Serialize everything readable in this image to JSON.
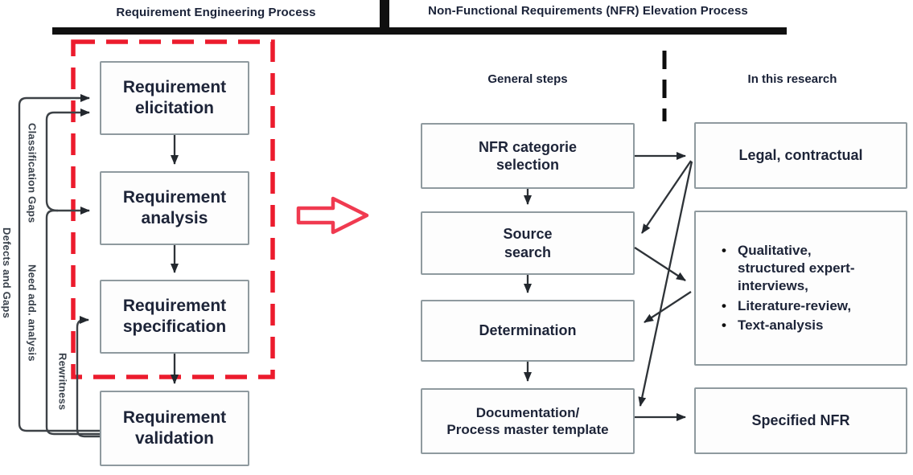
{
  "panel_titles": {
    "left": "Requirement Engineering Process",
    "right": "Non-Functional Requirements (NFR) Elevation Process"
  },
  "column_headers": {
    "general": "General steps",
    "research": "In this research"
  },
  "re_process_boxes": [
    "Requirement\nelicitation",
    "Requirement\nanalysis",
    "Requirement\nspecification",
    "Requirement\nvalidation"
  ],
  "feedback_labels": {
    "defects": "Defects and Gaps",
    "classification": "Classification Gaps",
    "need_add": "Need add. analysis",
    "rewritness": "Rewritness"
  },
  "nfr_step_boxes": [
    "NFR categorie\nselection",
    "Source\nsearch",
    "Determination",
    "Documentation/\nProcess master template"
  ],
  "research_boxes": {
    "legal": "Legal, contractual",
    "bullet_char": "•",
    "methods": [
      "Qualitative,\nstructured expert-\ninterviews,",
      "Literature-review,",
      "Text-analysis"
    ],
    "specified": "Specified NFR"
  },
  "colors": {
    "dashed_red": "#ec1b2d",
    "arrow_red": "#f03a50",
    "line_gray": "#3d4247",
    "arrowhead_dark": "#23282e",
    "bar_black": "#101010",
    "text_navy": "#1d2438"
  }
}
